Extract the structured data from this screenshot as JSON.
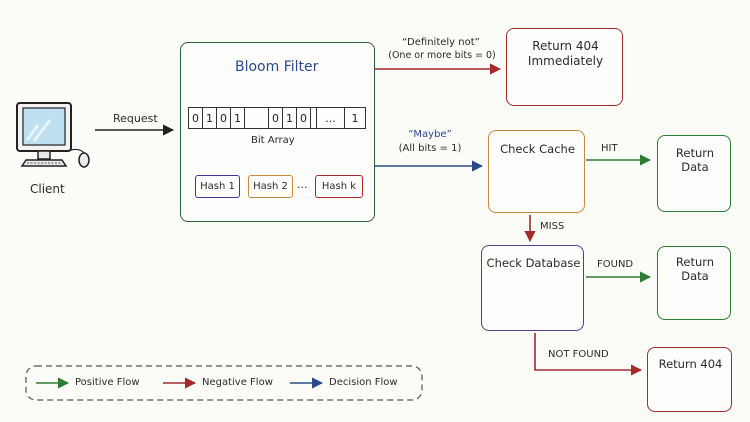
{
  "client": {
    "label": "Client"
  },
  "request": {
    "label": "Request"
  },
  "bloom": {
    "title": "Bloom Filter",
    "bits": [
      "0",
      "1",
      "0",
      "1",
      "0",
      "1",
      "0",
      "...",
      "1"
    ],
    "bit_array_label": "Bit Array",
    "hashes": [
      {
        "label": "Hash 1",
        "color": "#3b3b9a"
      },
      {
        "label": "Hash 2",
        "color": "#c98a3a"
      },
      {
        "label": "Hash k",
        "color": "#a52a2a"
      }
    ],
    "hash_ellipsis": "..."
  },
  "definitely_not": {
    "line1": "“Definitely not”",
    "line2": "(One or more bits = 0)"
  },
  "maybe": {
    "line1": "“Maybe”",
    "line2": "(All bits = 1)"
  },
  "return404_top": {
    "line1": "Return 404",
    "line2": "Immediately"
  },
  "check_cache": {
    "label": "Check Cache"
  },
  "hit": {
    "label": "HIT"
  },
  "return_data_1": {
    "line1": "Return",
    "line2": "Data"
  },
  "miss": {
    "label": "MISS"
  },
  "check_db": {
    "label": "Check Database"
  },
  "found": {
    "label": "FOUND"
  },
  "return_data_2": {
    "line1": "Return",
    "line2": "Data"
  },
  "not_found": {
    "label": "NOT FOUND"
  },
  "return404_bottom": {
    "label": "Return 404"
  },
  "legend": {
    "items": [
      {
        "label": "Positive Flow",
        "color": "#2e7d32"
      },
      {
        "label": "Negative Flow",
        "color": "#a52a2a"
      },
      {
        "label": "Decision Flow",
        "color": "#2a4a8a"
      }
    ]
  },
  "colors": {
    "green": "#2e7d32",
    "red": "#a52a2a",
    "blue": "#2a4a8a",
    "orange": "#c98a3a",
    "purple": "#4b3f9a",
    "dark": "#222222"
  }
}
